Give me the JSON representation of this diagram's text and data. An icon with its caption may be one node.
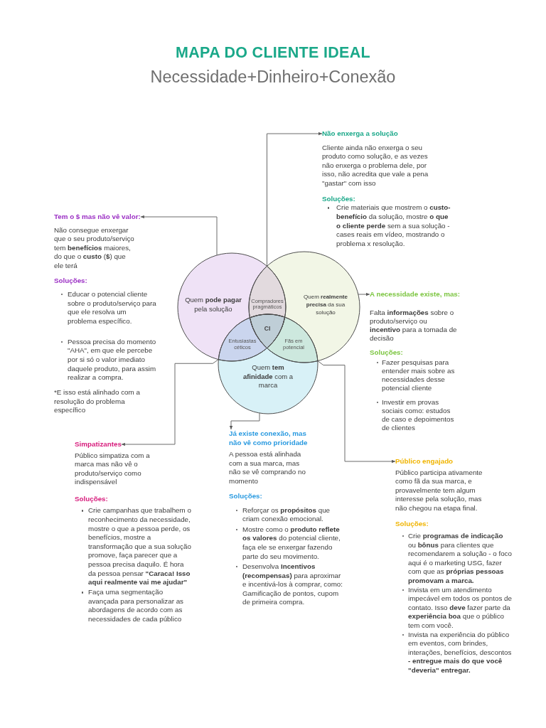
{
  "diagram": {
    "title": "MAPA DO CLIENTE IDEAL",
    "nodes": [
      {
        "text": [
          "Não enxerga a solução"
        ],
        "beside": [
          "Cliente ainda não enxerga o seu produto como solução, e as vezes não enxerga o problema dele, por isso, não acredita que vale a pena \"gastar\" com isso",
          "Soluções:",
          "Crie materiais que mostrem o **custo-benefício** da solução, mostre **o que o cliente perde** sem a sua solução - cases reais em vídeo, mostrando o problema x resolução."
        ]
      },
      {
        "text": [
          "Tem o $ mas **não vê valor:**"
        ],
        "beside": [
          "Não consegue enxergar que o seu produto/serviço tem **benefícios** maiores, do que o **custo** (**$**) que ele terá",
          "Soluções:",
          "Educar o potencial cliente sobre o produto/serviço para que ele resolva um problema específico.",
          "Pessoa precisa do momento \"AHA\", em que ele percebe por si só o valor imediato daquele produto, para assim realizar a compra.",
          "*E isso está alinhado com a resolução do problema específico"
        ]
      },
      {
        "text": [
          "Quem **pode pagar** pela solução"
        ]
      },
      {
        "text": [
          "Compradores pragmáticos"
        ]
      },
      {
        "text": [
          "Quem **realmente precisa** da sua solução"
        ]
      },
      {
        "text": [
          "A necessidade existe, mas:"
        ],
        "beside": [
          "Falta **informações** sobre o produto/serviço ou **incentivo** para a tomada de decisão",
          "Soluções:",
          "Fazer pesquisas para entender mais sobre as necessidades desse potencial cliente",
          "Investir em provas sociais como: estudos de caso e depoimentos de clientes"
        ]
      },
      {
        "text": [
          "CI"
        ]
      },
      {
        "text": [
          "Entusiastas céticos"
        ]
      },
      {
        "text": [
          "Fãs em potencial"
        ]
      },
      {
        "text": [
          "Quem **tem afinidade** com a marca"
        ]
      },
      {
        "text": [
          "Simpatizantes"
        ],
        "beside": [
          "Público simpatiza com a marca mas não vê o produto/serviço como indispensável",
          "Soluções:",
          "Crie campanhas que trabalhem o reconhecimento da necessidade, mostre o que a pessoa perde, os benefícios, mostre a transformação que a sua solução promove, faça parecer que a pessoa precisa daquilo. É hora da pessoa pensar **\"Caraca! Isso aqui realmente vai me ajudar\"**",
          "Faça uma segmentação avançada para personalizar as abordagens de acordo com as necessidades de cada público"
        ]
      },
      {
        "text": [
          "Já existe **conexão**, mas não vê como prioridade"
        ],
        "beside": [
          "A pessoa está alinhada com a sua marca, mas não se vê comprando no momento",
          "Soluções:",
          "Reforçar os **propósitos** que criam conexão emocional.",
          "Mostre como o **produto reflete os valores** do potencial cliente, faça ele se enxergar fazendo parte do seu movimento.",
          "Desenvolva **Incentivos (recompensas)** para aproximar e incentivá-los à comprar, como: Gamificação de pontos, cupom de primeira compra."
        ]
      },
      {
        "text": [
          "Público engajado"
        ],
        "beside": [
          "Público participa ativamente como fã da sua marca, e provavelmente tem algum interesse pela solução, mas não chegou na etapa final.",
          "Soluções:",
          "Crie **programas de indicação** ou **bônus** para clientes que recomendarem a solução - o foco aqui é o marketing USG, fazer com que as **próprias pessoas promovam a marca.**",
          "Invista em um atendimento impecável em todos os pontos de contato. Isso **deve** fazer parte da **experiência boa** que o público tem com você.",
          "Invista na experiência do público em eventos, com brindes, interações, benefícios, descontos **- entregue mais do que você \"deveria\" entregar.**"
        ]
      }
    ],
    "edges": [
      {
        "from": 3,
        "to": 0,
        "arrow": "to"
      },
      {
        "from": 2,
        "to": 1,
        "arrow": "to"
      },
      {
        "from": 4,
        "to": 5,
        "arrow": "to"
      },
      {
        "from": 7,
        "to": 10,
        "arrow": "to"
      },
      {
        "from": 9,
        "to": 11,
        "arrow": "to"
      },
      {
        "from": 8,
        "to": 12,
        "arrow": "to"
      }
    ],
    "labels": [
      "Necessidade+Dinheiro+Conexão"
    ]
  }
}
